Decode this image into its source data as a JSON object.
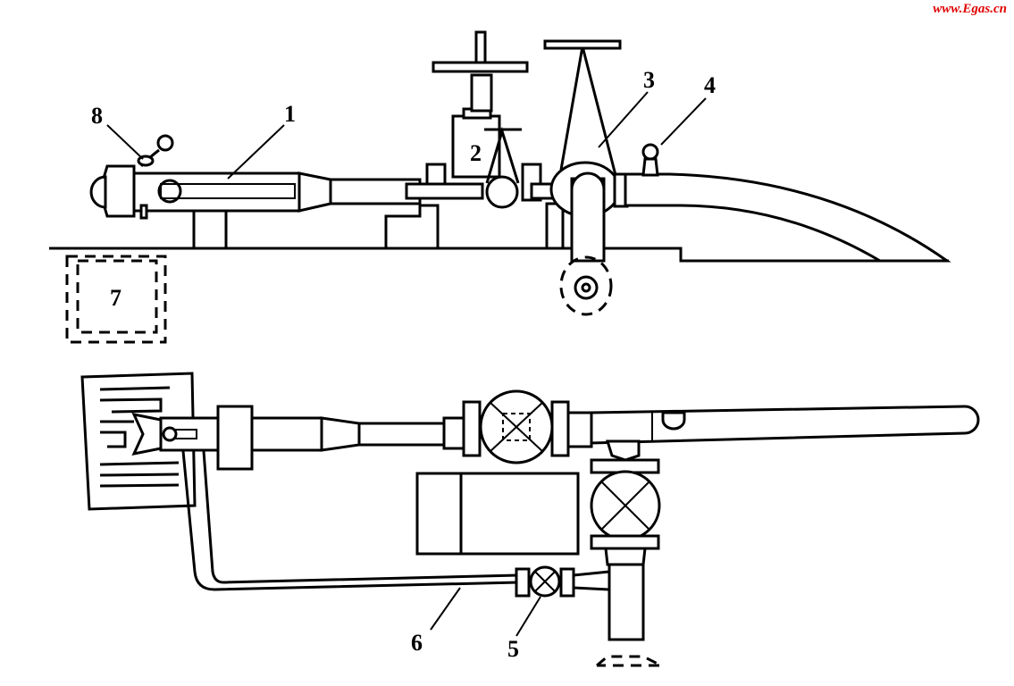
{
  "watermark": "www.Egas.cn",
  "labels": {
    "l1": "1",
    "l2": "2",
    "l3": "3",
    "l4": "4",
    "l5": "5",
    "l6": "6",
    "l7": "7",
    "l8": "8"
  },
  "colors": {
    "line": "#000000",
    "watermark": "#e00000"
  }
}
